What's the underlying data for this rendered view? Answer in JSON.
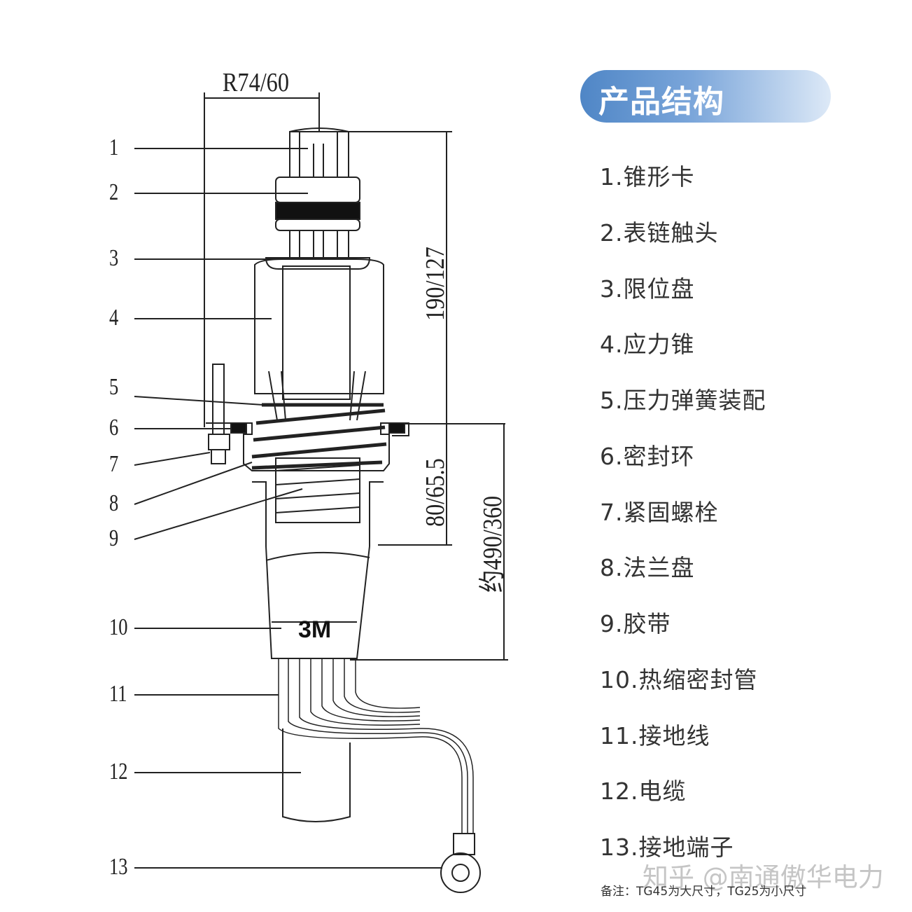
{
  "header": {
    "title": "产品结构"
  },
  "parts": [
    "1.锥形卡",
    "2.表链触头",
    "3.限位盘",
    "4.应力锥",
    "5.压力弹簧装配",
    "6.密封环",
    "7.紧固螺栓",
    "8.法兰盘",
    "9.胶带",
    "10.热缩密封管",
    "11.接地线",
    "12.电缆",
    "13.接地端子"
  ],
  "callouts": [
    "1",
    "2",
    "3",
    "4",
    "5",
    "6",
    "7",
    "8",
    "9",
    "10",
    "11",
    "12",
    "13"
  ],
  "dimensions": {
    "top_radius": "R74/60",
    "upper_height": "190/127",
    "flange_height": "80/65.5",
    "total_height": "约490/360"
  },
  "brand_mark": "3M",
  "note": "备注：TG45为大尺寸，TG25为小尺寸",
  "watermark": "知乎 @南通傲华电力",
  "colors": {
    "accent": "#4f86c6",
    "line": "#222222",
    "text": "#333333"
  }
}
